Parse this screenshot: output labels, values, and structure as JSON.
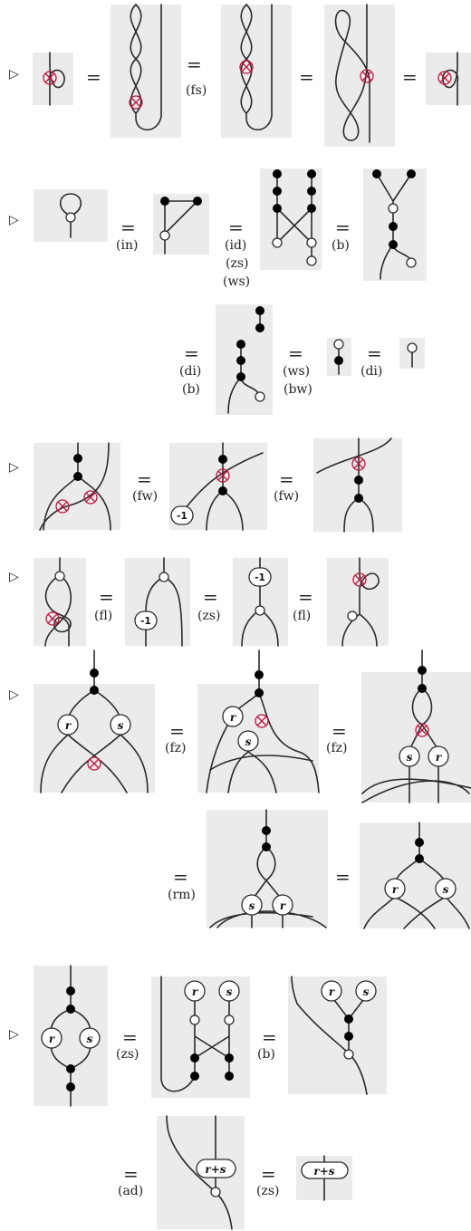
{
  "bullet": "▷",
  "equals": "=",
  "rules": {
    "fs": "(fs)",
    "in": "(in)",
    "id": "(id)",
    "zs": "(zs)",
    "ws": "(ws)",
    "b": "(b)",
    "di": "(di)",
    "bw": "(bw)",
    "fw": "(fw)",
    "fl": "(fl)",
    "fz": "(fz)",
    "rm": "(rm)",
    "ad": "(ad)"
  },
  "labels": {
    "r": "r",
    "s": "s",
    "minus_one": "-1",
    "r_plus_s": "r+s"
  }
}
